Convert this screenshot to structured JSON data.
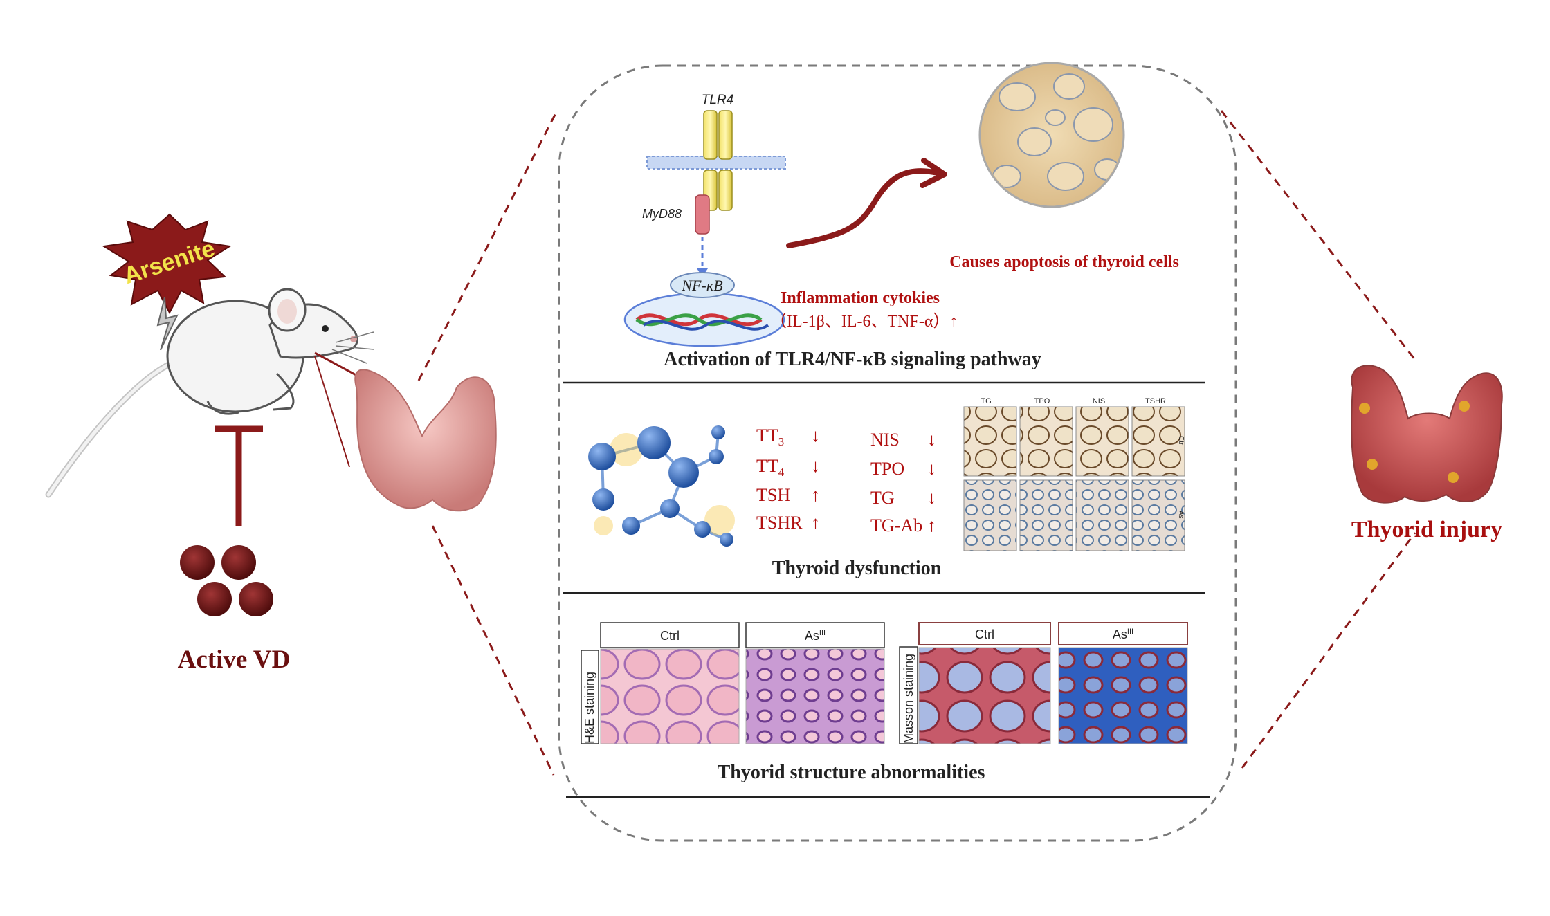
{
  "left": {
    "arsenite_label": "Arsenite",
    "vd_label": "Active VD"
  },
  "right": {
    "outcome_label": "Thyorid injury"
  },
  "panel1": {
    "receptor_label": "TLR4",
    "adaptor_label": "MyD88",
    "nfkb_label": "NF-κB",
    "cytokines_title": "Inflammation cytokies",
    "cytokines_list": "（IL-1β、IL-6、TNF-α）↑",
    "apoptosis_label": "Causes apoptosis of thyroid cells",
    "caption": "Activation of TLR4/NF-κB signaling pathway"
  },
  "panel2": {
    "caption": "Thyroid dysfunction",
    "markers_left": [
      {
        "name": "TT",
        "sub": "3",
        "arrow": "↓"
      },
      {
        "name": "TT",
        "sub": "4",
        "arrow": "↓"
      },
      {
        "name": "TSH",
        "sub": "",
        "arrow": "↑"
      },
      {
        "name": "TSHR",
        "sub": "",
        "arrow": "↑"
      }
    ],
    "markers_right": [
      {
        "name": "NIS",
        "arrow": "↓"
      },
      {
        "name": "TPO",
        "arrow": "↓"
      },
      {
        "name": "TG",
        "arrow": "↓"
      },
      {
        "name": "TG-Ab",
        "arrow": "↑"
      }
    ],
    "ihc_columns": [
      "TG",
      "TPO",
      "NIS",
      "TSHR"
    ],
    "ihc_rows": [
      "Ctrl",
      "As"
    ]
  },
  "panel3": {
    "caption": "Thyorid structure abnormalities",
    "he_label": "H&E staining",
    "masson_label": "Masson staining",
    "ctrl_label": "Ctrl",
    "as_label": "As",
    "as_sup": "III"
  },
  "colors": {
    "dark_red": "#8b1a1a",
    "text_red": "#b01010",
    "dash_gray": "#7a7a7a"
  }
}
